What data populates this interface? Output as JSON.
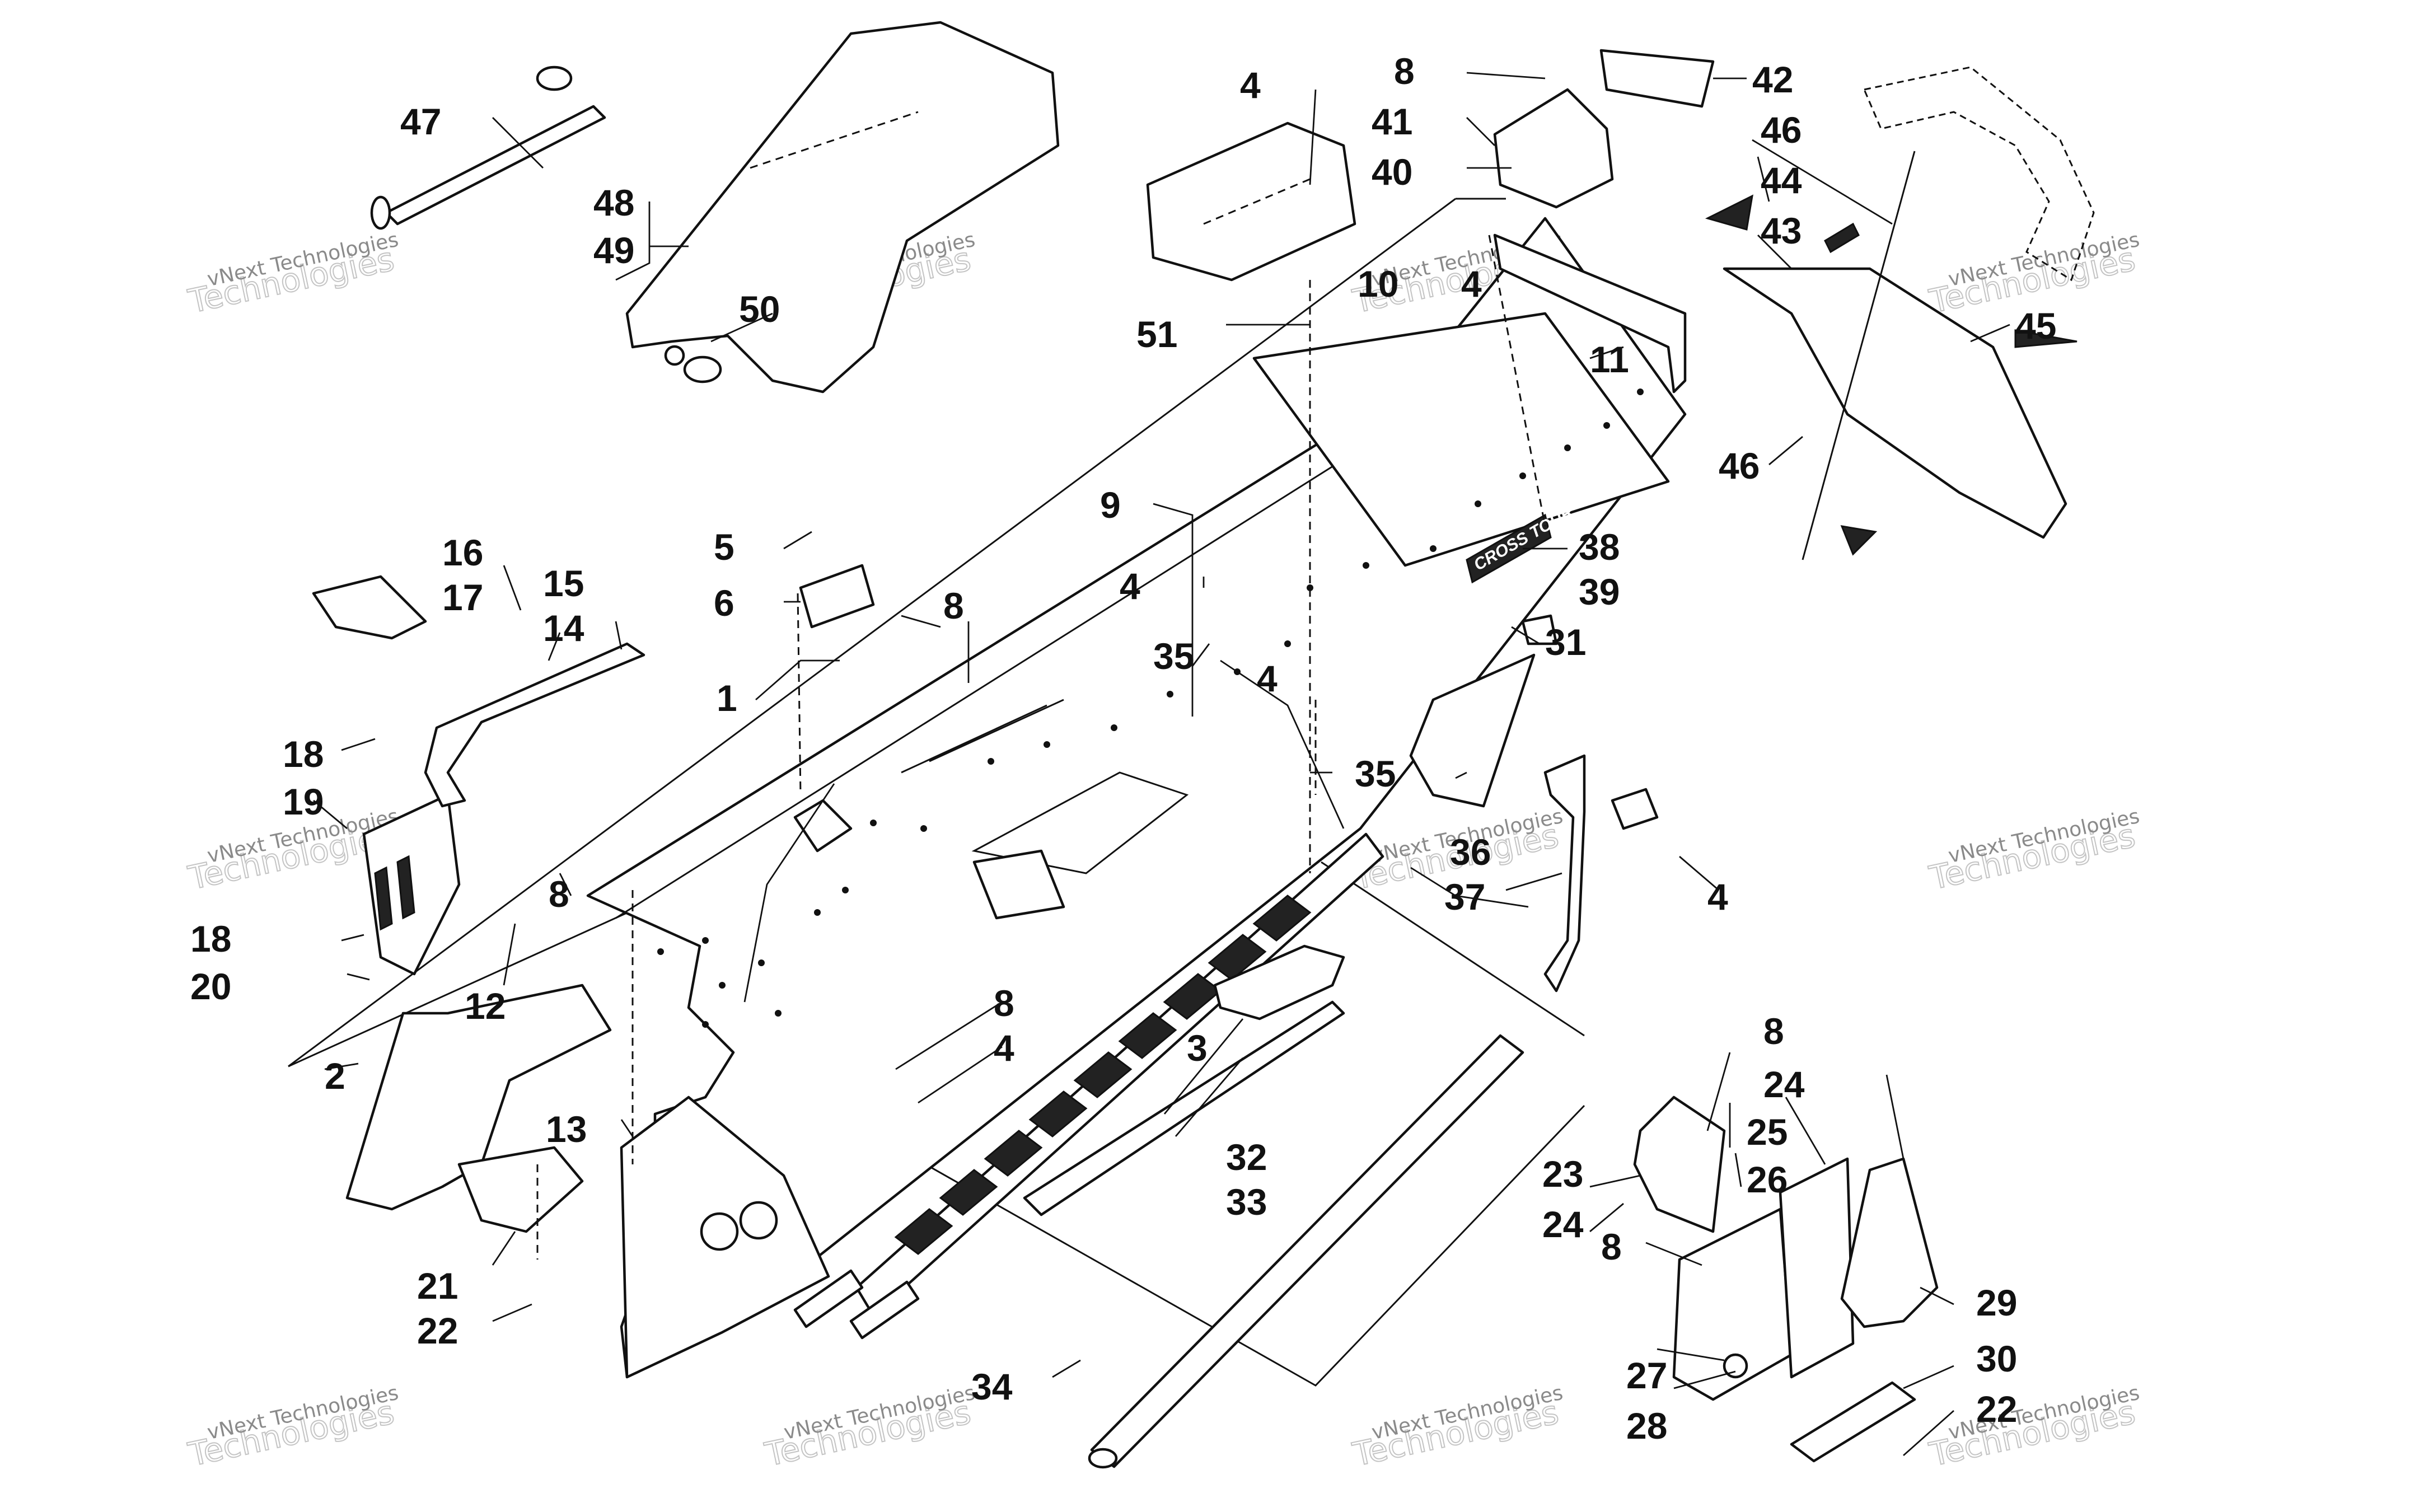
{
  "watermark": {
    "line1": "vNext Technologies",
    "line2": "Technologies"
  },
  "decals": {
    "tunnel_brand": "CROSSTOUR",
    "side_brand": "CROSS TOUR"
  },
  "callouts": [
    "1",
    "2",
    "3",
    "4",
    "5",
    "6",
    "8",
    "9",
    "10",
    "11",
    "12",
    "13",
    "14",
    "15",
    "16",
    "17",
    "18",
    "19",
    "20",
    "21",
    "22",
    "23",
    "24",
    "25",
    "26",
    "27",
    "28",
    "29",
    "30",
    "31",
    "32",
    "33",
    "34",
    "35",
    "36",
    "37",
    "38",
    "39",
    "40",
    "41",
    "42",
    "43",
    "44",
    "45",
    "46",
    "47",
    "48",
    "49",
    "50",
    "51"
  ],
  "callouts_extra": [
    "4",
    "4",
    "4",
    "4",
    "4",
    "4",
    "4",
    "8",
    "8",
    "8",
    "8",
    "18",
    "22",
    "22",
    "24",
    "35",
    "46"
  ]
}
